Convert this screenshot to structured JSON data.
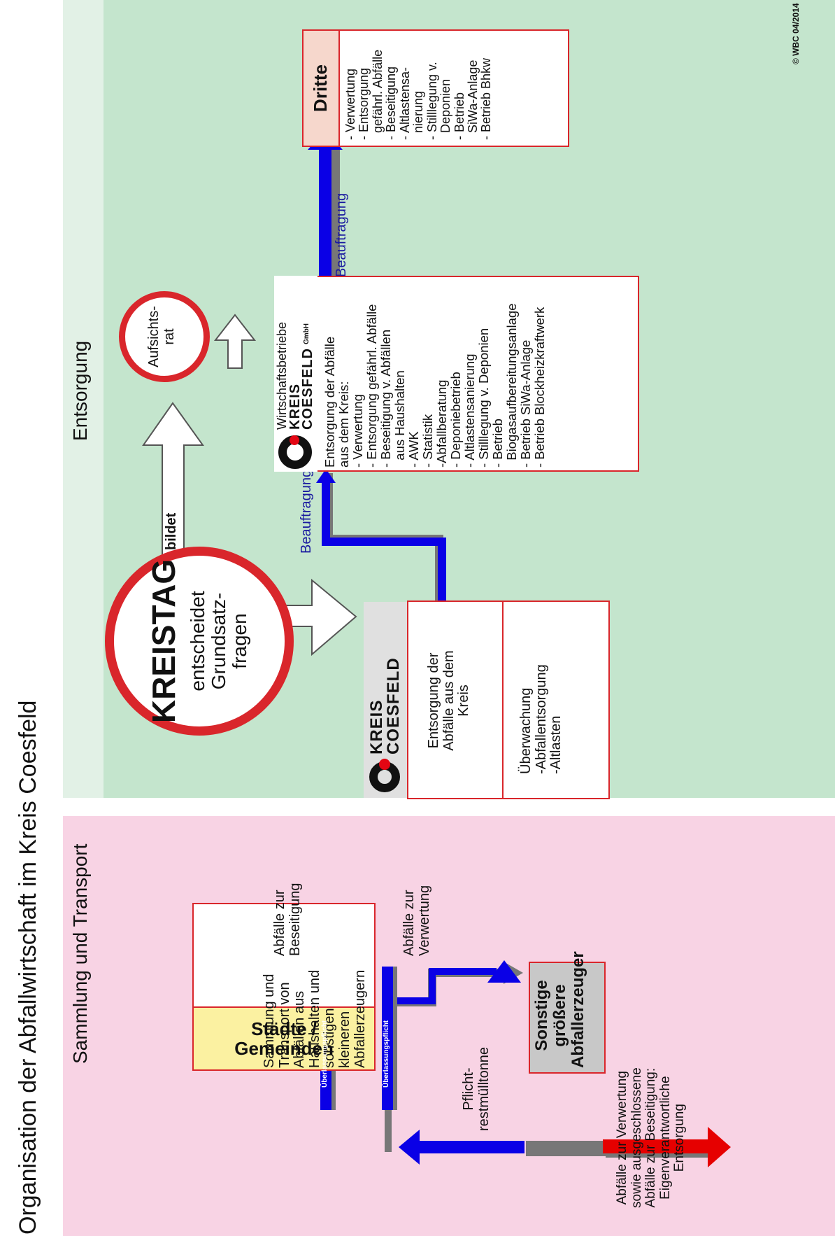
{
  "page_title": "Organisation der Abfallwirtschaft im Kreis Coesfeld",
  "copyright": "© WBC 04/2014",
  "sections": {
    "sammlung": "Sammlung und Transport",
    "entsorgung": "Entsorgung"
  },
  "colors": {
    "sammlung_bg": "#f8d3e4",
    "entsorgung_bg_light": "#e2f1e6",
    "entsorgung_bg": "#c4e5cd",
    "box_border": "#d9262b",
    "arrow_blue": "#0a00e6",
    "arrow_red": "#e60000",
    "shadow_gray": "#777777",
    "staedte_header_bg": "#fbf1a1",
    "dritte_header_bg": "#f6d7cc",
    "sonstige_bg": "#c8c8c8",
    "logo_red": "#e30613"
  },
  "staedte": {
    "title": "Städte /\nGemeinden",
    "text": "Sammlung und\nTransport von\nAbfällen aus\nHaushalten und\nsonstigen\nkleineren\nAbfallerzeugern"
  },
  "sonstige": {
    "title": "Sonstige\ngrößere\nAbfallerzeuger"
  },
  "flow_labels": {
    "beseitigung": "Abfälle zur\nBeseitigung",
    "verwertung": "Abfälle zur\nVerwertung",
    "ueberlassung_1": "Überlassungspflicht",
    "ueberlassung_2": "Überlassungspflicht",
    "pflicht": "Pflicht-\nrestmülltonne",
    "eigen": "Abfälle zur Verwertung\nsowie ausgeschlossene\nAbfälle zur Beseitigung:\nEigenverantwortliche\nEntsorgung",
    "beauftragung_1": "Beauftragung",
    "beauftragung_2": "Beauftragung",
    "bildet": "bildet"
  },
  "kreistag": {
    "title": "KREISTAG",
    "subtitle": "entscheidet\nGrundsatz-\nfragen"
  },
  "aufsichtsrat": {
    "text": "Aufsichts-\nrat"
  },
  "kreis": {
    "logo_line1": "KREIS",
    "logo_line2": "COESFELD",
    "text_1": "Entsorgung der\nAbfälle aus dem\nKreis",
    "text_2": "Überwachung\n-Abfallentsorgung\n-Altlasten"
  },
  "wbc": {
    "logo_top": "Wirtschaftsbetriebe",
    "logo_line1": "KREIS",
    "logo_line2": "COESFELD",
    "gmbh": "GmbH",
    "text": "Entsorgung der Abfälle\naus dem Kreis:\n- Verwertung\n- Entsorgung gefährl. Abfälle\n- Beseitigung v. Abfällen\n  aus Haushalten\n- AWK\n- Statistik\n-Abfallberatung\n- Deponiebetrieb\n- Altlastensanierung\n- Stilllegung v. Deponien\n- Betrieb\n  Biogasaufbereitungsanlage\n- Betrieb SiWa-Anlage\n- Betrieb Blockheizkraftwerk"
  },
  "dritte": {
    "title": "Dritte",
    "text": "- Verwertung\n- Entsorgung\n  gefährl. Abfälle\n- Beseitigung\n- Altlastensa-\n  nierung\n- Stilllegung v.\n  Deponien\n- Betrieb\n  SiWa-Anlage\n- Betrieb Bhkw"
  }
}
